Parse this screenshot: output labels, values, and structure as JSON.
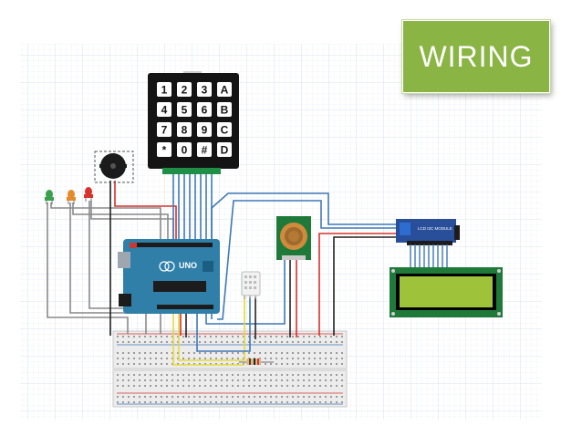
{
  "title": "WIRING",
  "keypad": {
    "keys": [
      "1",
      "2",
      "3",
      "A",
      "4",
      "5",
      "6",
      "B",
      "7",
      "8",
      "9",
      "C",
      "*",
      "0",
      "#",
      "D"
    ]
  },
  "arduino": {
    "label": "UNO"
  },
  "i2c_module": {
    "label": "LCD I2C MODULE"
  },
  "colors": {
    "title_bg": "#8ab443",
    "grid": "#dfe6ee",
    "wire_blue": "#3f78b7",
    "wire_red": "#d9312b",
    "wire_black": "#222222",
    "wire_gray": "#8a8a8a",
    "wire_yellow": "#e7d93c",
    "arduino": "#2f7fa8",
    "lcd_screen": "#9ec23a",
    "lcd_board": "#1f7a3a",
    "sensor_board": "#1f7a3a",
    "gas_sensor_body": "#d08a3c"
  }
}
